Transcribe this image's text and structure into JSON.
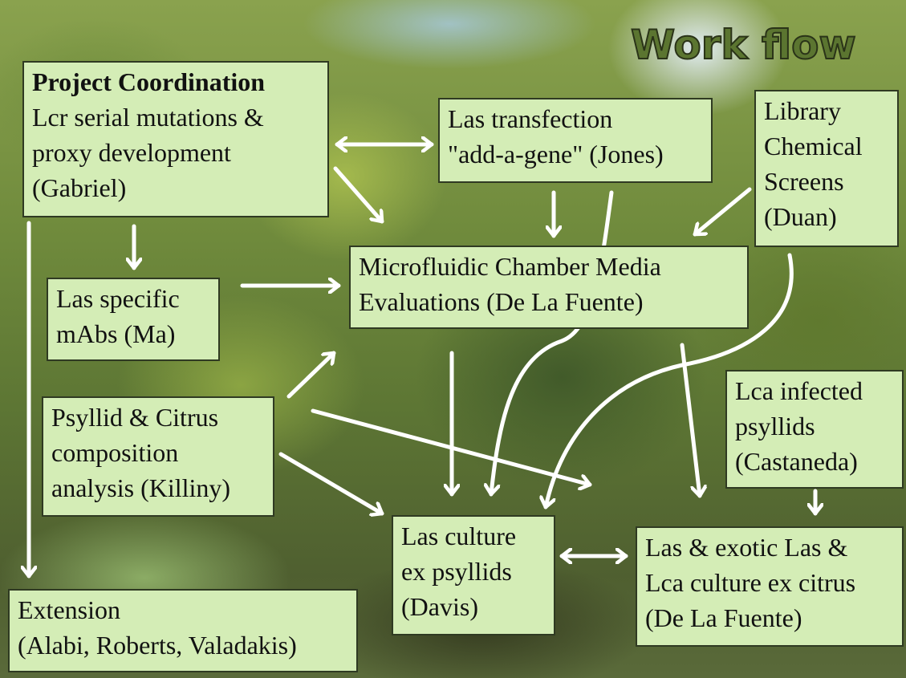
{
  "title": "Work flow",
  "nodes": {
    "coordination": {
      "lines": [
        "Project Coordination",
        "Lcr serial mutations &",
        "proxy development",
        "(Gabriel)"
      ]
    },
    "transfection": {
      "lines": [
        "Las transfection",
        "\"add-a-gene\" (Jones)"
      ]
    },
    "library": {
      "lines": [
        "Library",
        "Chemical",
        "Screens",
        "(Duan)"
      ]
    },
    "mabs": {
      "lines": [
        "Las specific",
        "mAbs (Ma)"
      ]
    },
    "microfluidic": {
      "lines": [
        "Microfluidic Chamber Media",
        "Evaluations (De La Fuente)"
      ]
    },
    "psyllid_citrus": {
      "lines": [
        "Psyllid & Citrus",
        "composition",
        "analysis (Killiny)"
      ]
    },
    "lca_infected": {
      "lines": [
        "Lca infected",
        "psyllids",
        "(Castaneda)"
      ]
    },
    "culture_psyllids": {
      "lines": [
        "Las culture",
        "ex psyllids",
        "(Davis)"
      ]
    },
    "culture_citrus": {
      "lines": [
        "Las & exotic Las &",
        "Lca culture ex citrus",
        "(De La Fuente)"
      ]
    },
    "extension": {
      "lines": [
        "Extension",
        "(Alabi, Roberts, Valadakis)"
      ]
    }
  },
  "colors": {
    "box_fill": "#d4edb6",
    "box_border": "#2f3a22",
    "arrow": "#ffffff",
    "title_fill": "#5b7530"
  }
}
